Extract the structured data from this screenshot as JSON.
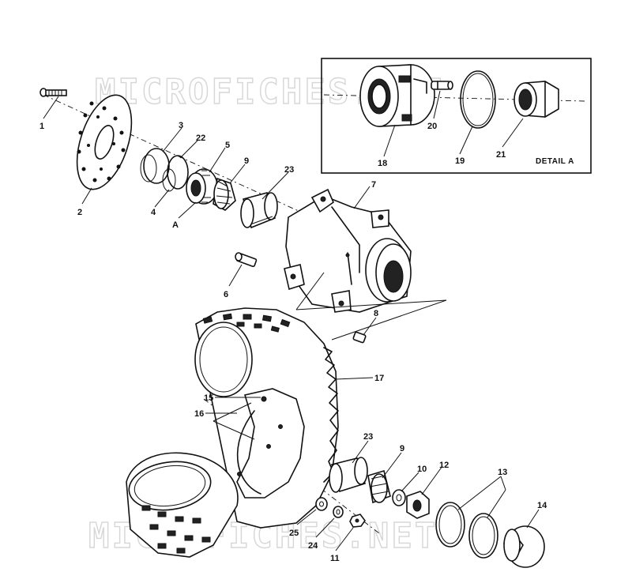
{
  "watermark": {
    "text": "MICROFICHES.NET"
  },
  "detail_box": {
    "title": "DETAIL A"
  },
  "callouts": [
    {
      "id": "c1",
      "text": "1"
    },
    {
      "id": "c2",
      "text": "2"
    },
    {
      "id": "c3",
      "text": "3"
    },
    {
      "id": "c22",
      "text": "22"
    },
    {
      "id": "c5",
      "text": "5"
    },
    {
      "id": "c9a",
      "text": "9"
    },
    {
      "id": "c23a",
      "text": "23"
    },
    {
      "id": "c4",
      "text": "4"
    },
    {
      "id": "cA",
      "text": "A"
    },
    {
      "id": "c7",
      "text": "7"
    },
    {
      "id": "c6",
      "text": "6"
    },
    {
      "id": "c8",
      "text": "8"
    },
    {
      "id": "c17",
      "text": "17"
    },
    {
      "id": "c15",
      "text": "15"
    },
    {
      "id": "c16",
      "text": "16"
    },
    {
      "id": "c23b",
      "text": "23"
    },
    {
      "id": "c9b",
      "text": "9"
    },
    {
      "id": "c10",
      "text": "10"
    },
    {
      "id": "c12",
      "text": "12"
    },
    {
      "id": "c13",
      "text": "13"
    },
    {
      "id": "c14",
      "text": "14"
    },
    {
      "id": "c25",
      "text": "25"
    },
    {
      "id": "c24",
      "text": "24"
    },
    {
      "id": "c11",
      "text": "11"
    },
    {
      "id": "c20",
      "text": "20"
    },
    {
      "id": "c18",
      "text": "18"
    },
    {
      "id": "c19",
      "text": "19"
    },
    {
      "id": "c21",
      "text": "21"
    }
  ]
}
